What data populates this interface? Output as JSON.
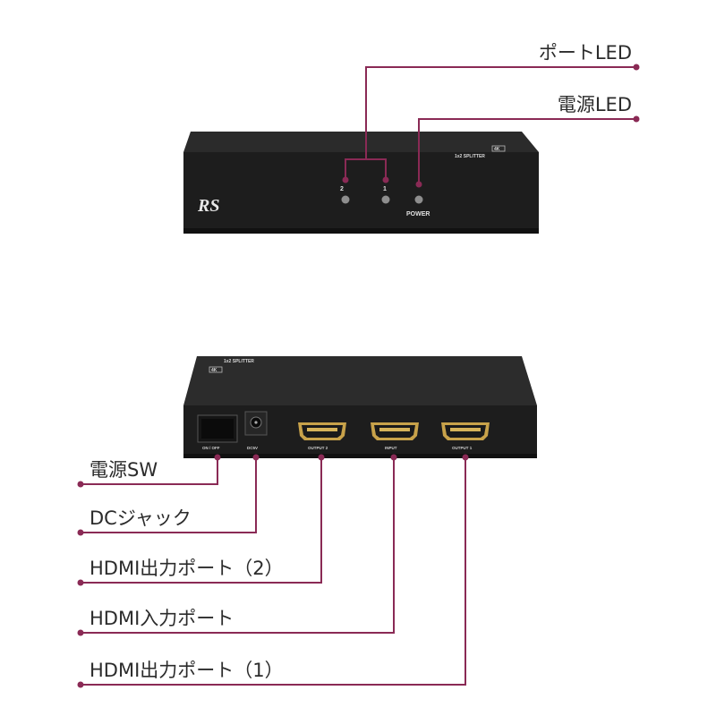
{
  "colors": {
    "leader_line": "#8a2a55",
    "device_body": "#1c1c1c",
    "device_top": "#2a2a2a",
    "label_text": "#2b2b2b"
  },
  "front_view": {
    "logo_text": "RS",
    "led_labels": [
      "2",
      "1"
    ],
    "power_label": "POWER",
    "top_badge": "4K",
    "top_model": "1x2 SPLITTER"
  },
  "rear_view": {
    "top_badge": "4K",
    "top_model": "1x2 SPLITTER",
    "switch_label": "ON / OFF",
    "dc_label": "DC5V",
    "port_labels": [
      "OUTPUT 2",
      "INPUT",
      "OUTPUT 1"
    ]
  },
  "callouts": {
    "port_led": "ポートLED",
    "power_led": "電源LED",
    "power_sw": "電源SW",
    "dc_jack": "DCジャック",
    "hdmi_out_2": "HDMI出力ポート（2）",
    "hdmi_in": "HDMI入力ポート",
    "hdmi_out_1": "HDMI出力ポート（1）"
  }
}
